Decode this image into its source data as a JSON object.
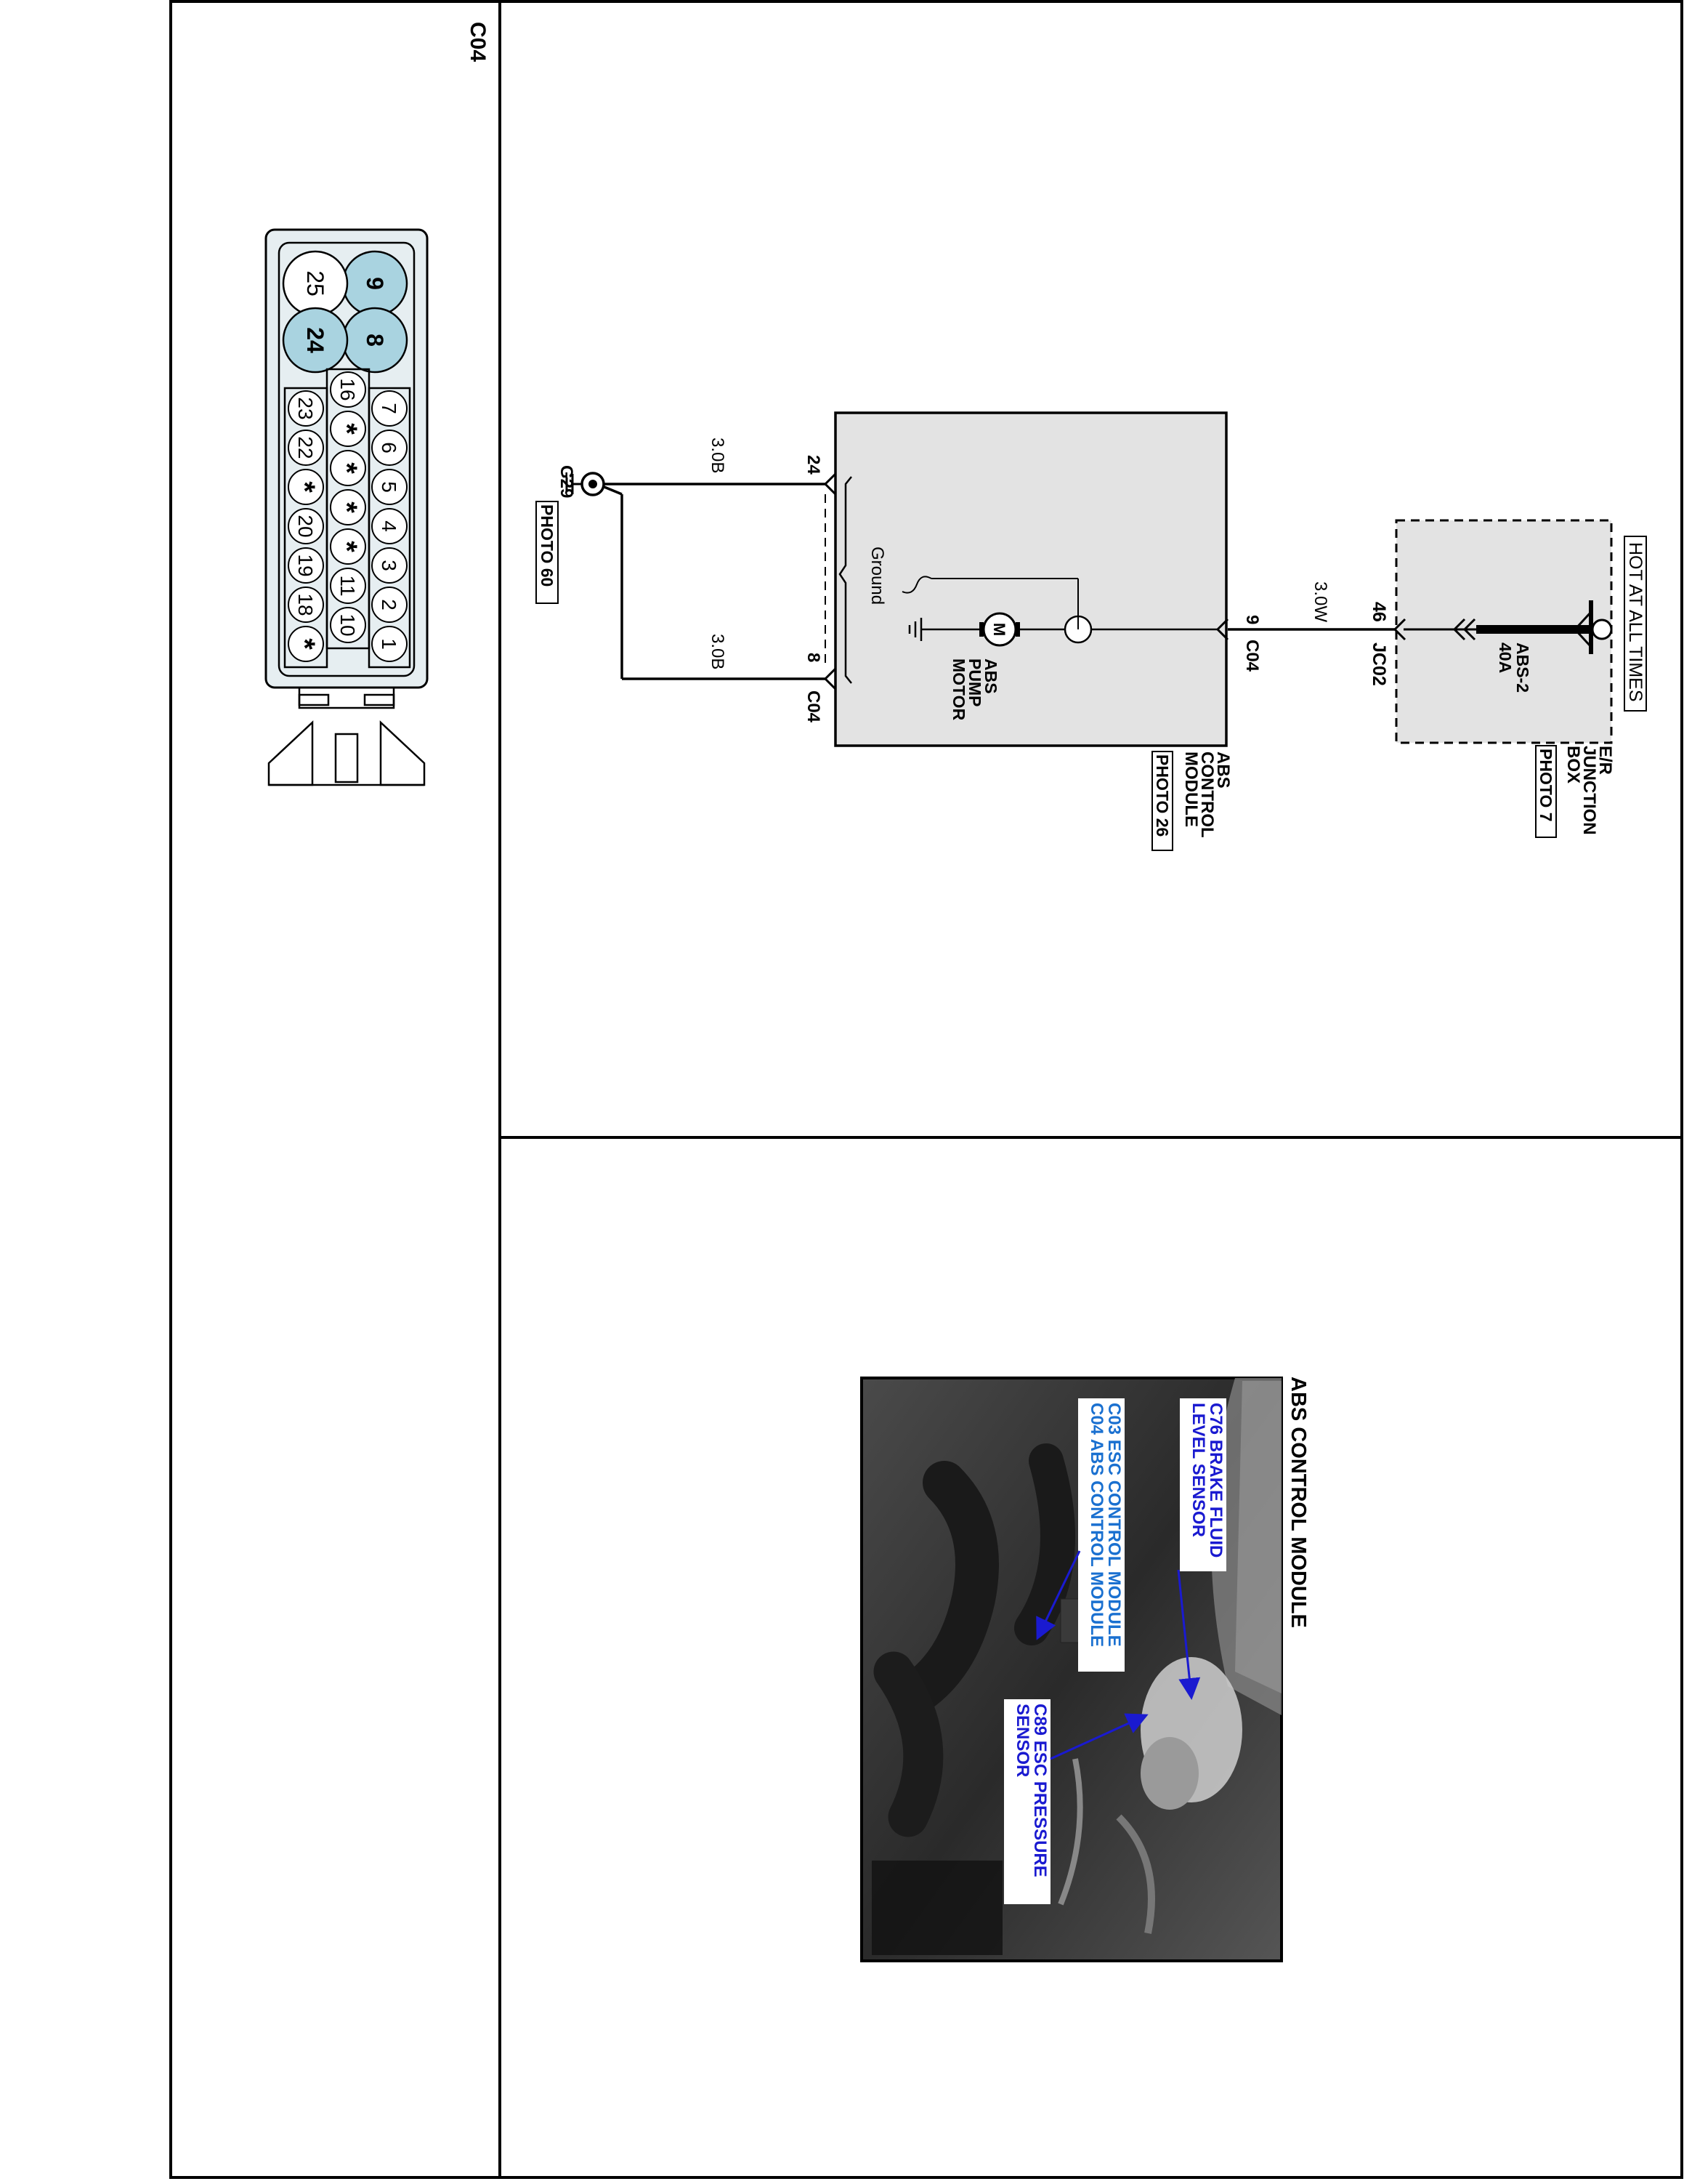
{
  "connector_panel": {
    "connector_id": "C04",
    "pins": {
      "p9": "9",
      "p8": "8",
      "p25": "25",
      "p24": "24",
      "p7": "7",
      "p6": "6",
      "p5": "5",
      "p4": "4",
      "p3": "3",
      "p2": "2",
      "p1": "1",
      "p16": "16",
      "p11": "11",
      "p10": "10",
      "p23": "23",
      "p22": "22",
      "p20": "20",
      "p19": "19",
      "p18": "18",
      "unused": "*"
    },
    "highlight_color": "#a9d3e0"
  },
  "schematic": {
    "hot_label": "HOT AT ALL TIMES",
    "junction_box": {
      "line1": "E/R",
      "line2": "JUNCTION",
      "line3": "BOX",
      "photo": "PHOTO 7",
      "fuse_name": "ABS-2",
      "fuse_rating": "40A",
      "connector": "JC02",
      "pin": "46"
    },
    "wire_supply": "3.0W",
    "abs_module": {
      "line1": "ABS",
      "line2": "CONTROL",
      "line3": "MODULE",
      "photo": "PHOTO 26",
      "pin_supply": "9",
      "connector_supply": "C04",
      "pin_ground_a": "24",
      "pin_ground_b": "8",
      "connector_ground": "C04",
      "ground_label": "Ground",
      "motor_symbol": "M",
      "motor_line1": "ABS",
      "motor_line2": "PUMP",
      "motor_line3": "MOTOR",
      "fill_color": "#e3e3e3"
    },
    "wire_ground_a": "3.0B",
    "wire_ground_b": "3.0B",
    "ground_point": "G29",
    "ground_photo": "PHOTO 60"
  },
  "photo_panel": {
    "title": "ABS CONTROL MODULE",
    "callouts": {
      "c76_line1": "C76 BRAKE FLUID",
      "c76_line2": "LEVEL SENSOR",
      "c03_line1": "C03 ESC CONTROL MODULE",
      "c04_line2": "C04 ABS CONTROL MODULE",
      "c89_line1": "C89 ESC PRESSURE",
      "c89_line2": "SENSOR"
    },
    "callout_color": "#1a1ad0"
  }
}
